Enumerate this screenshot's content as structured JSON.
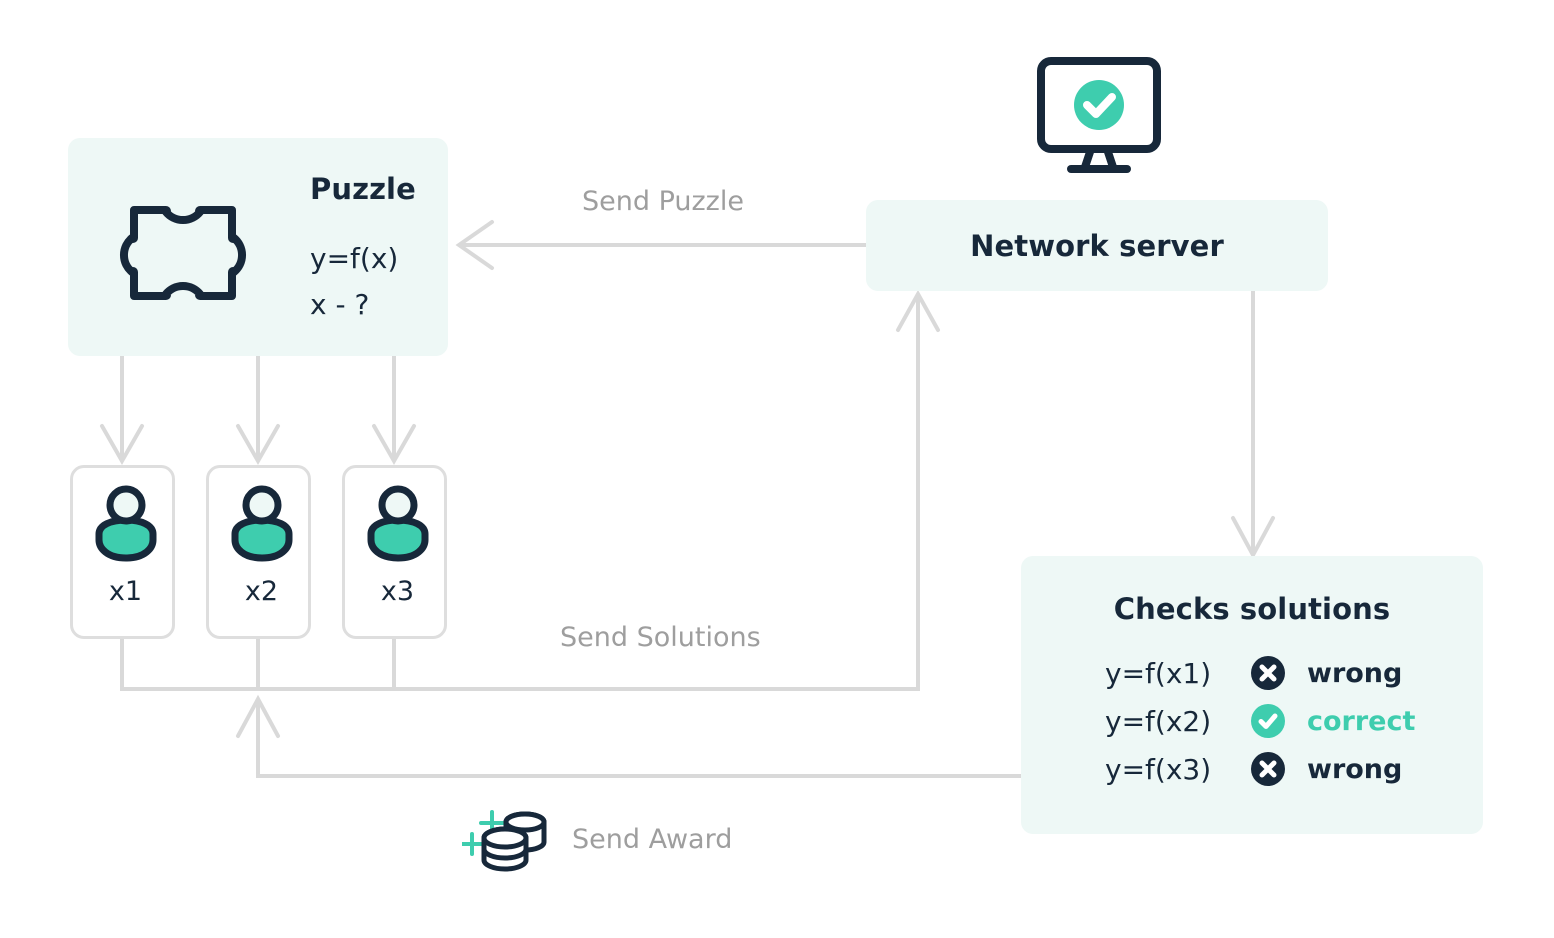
{
  "palette": {
    "teal": "#3ecdae",
    "dark": "#17283a",
    "mint_bg": "#eef8f6",
    "line_gray": "#d9d9d9",
    "edge_text": "#9e9e9e",
    "card_border": "#dedede",
    "page_bg": "#ffffff",
    "head_fill": "#eef8f6",
    "check_white": "#ffffff"
  },
  "puzzle_card": {
    "title": "Puzzle",
    "line1": "y=f(x)",
    "line2": "x - ?",
    "icon": "puzzle-piece-icon"
  },
  "users": [
    {
      "label": "x1",
      "icon": "person-icon"
    },
    {
      "label": "x2",
      "icon": "person-icon"
    },
    {
      "label": "x3",
      "icon": "person-icon"
    }
  ],
  "server": {
    "title": "Network server",
    "monitor_icon": "monitor-check-icon"
  },
  "checks_card": {
    "title": "Checks solutions",
    "rows": [
      {
        "expr": "y=f(x1)",
        "status": "wrong",
        "icon": "x-circle-icon",
        "state": "wrong"
      },
      {
        "expr": "y=f(x2)",
        "status": "correct",
        "icon": "check-circle-icon",
        "state": "correct"
      },
      {
        "expr": "y=f(x3)",
        "status": "wrong",
        "icon": "x-circle-icon",
        "state": "wrong"
      }
    ]
  },
  "edges": [
    {
      "id": "send-puzzle",
      "label": "Send Puzzle",
      "from": "network-server",
      "to": "puzzle-card"
    },
    {
      "id": "send-solutions",
      "label": "Send Solutions",
      "from": "users",
      "to": "network-server"
    },
    {
      "id": "send-award",
      "label": "Send Award",
      "from": "checks-card",
      "to": "users",
      "icon": "coins-icon"
    },
    {
      "id": "server-to-checks",
      "label": "",
      "from": "network-server",
      "to": "checks-card"
    },
    {
      "id": "puzzle-to-users",
      "label": "",
      "from": "puzzle-card",
      "to": "users"
    }
  ]
}
